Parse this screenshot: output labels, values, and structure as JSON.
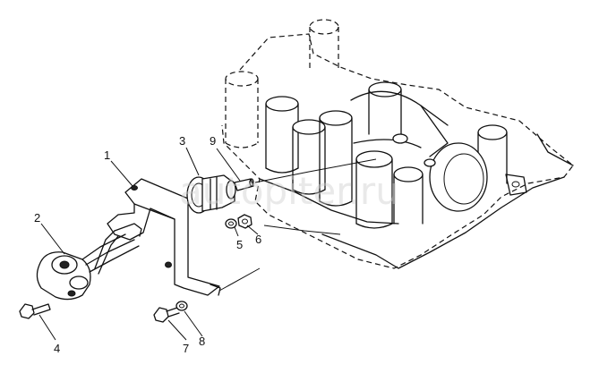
{
  "watermark": "autopiter.ru",
  "callouts": [
    {
      "id": "1",
      "label": "1"
    },
    {
      "id": "2",
      "label": "2"
    },
    {
      "id": "3",
      "label": "3"
    },
    {
      "id": "4",
      "label": "4"
    },
    {
      "id": "5",
      "label": "5"
    },
    {
      "id": "6",
      "label": "6"
    },
    {
      "id": "7",
      "label": "7"
    },
    {
      "id": "8",
      "label": "8"
    },
    {
      "id": "9",
      "label": "9"
    }
  ]
}
